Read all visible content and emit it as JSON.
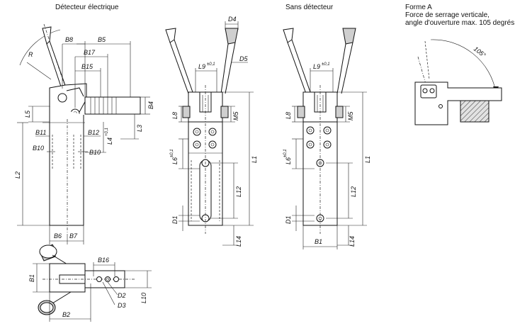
{
  "titles": {
    "view1": "Détecteur électrique",
    "view2": "Sans détecteur",
    "forme": "Forme A",
    "forme_line1": "Force de serrage verticale,",
    "forme_line2": "angle d'ouverture max. 105 degrés",
    "angle": "105°"
  },
  "dims": {
    "R": "R",
    "B8": "B8",
    "B5": "B5",
    "B17": "B17",
    "B15": "B15",
    "L5": "L5",
    "B4": "B4",
    "L3": "L3",
    "B11": "B11",
    "B12": "B12",
    "L4": "L4",
    "L4_tol": "+0,1",
    "B10": "B10",
    "L2": "L2",
    "B6": "B6",
    "B7": "B7",
    "B1": "B1",
    "B16": "B16",
    "D2": "D2",
    "D3": "D3",
    "B2": "B2",
    "L10": "L10",
    "D4": "D4",
    "D5": "D5",
    "L9": "L9",
    "L9_tol": "±0,1",
    "L8": "L8",
    "M5": "M5",
    "L6": "L6",
    "L6_tol": "±0,1",
    "L1": "L1",
    "L12": "L12",
    "D1": "D1",
    "L14": "L14"
  }
}
